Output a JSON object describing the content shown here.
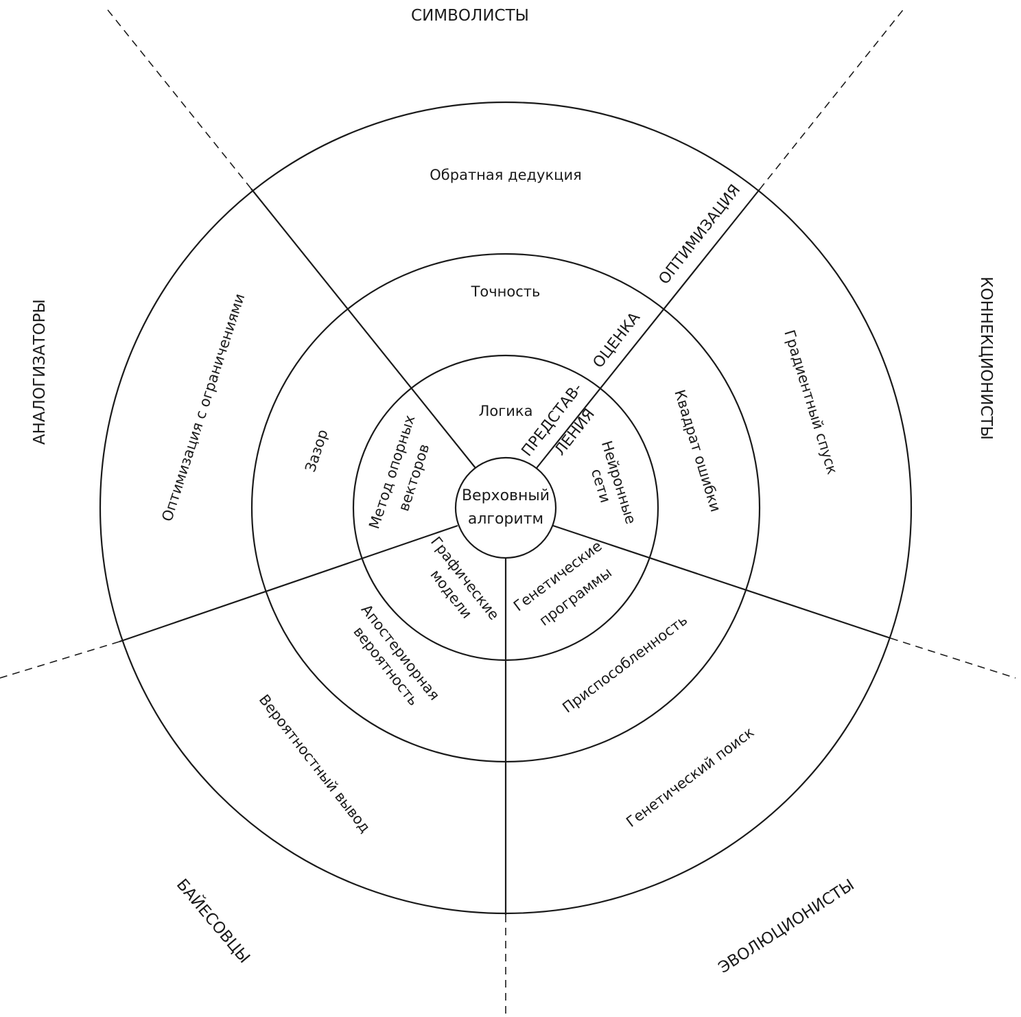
{
  "diagram": {
    "center": {
      "line1": "Верховный",
      "line2": "алгоритм"
    },
    "schools": {
      "top": "СИМВОЛИСТЫ",
      "right": "КОННЕКЦИОНИСТЫ",
      "bottom_right": "ЭВОЛЮЦИОНИСТЫ",
      "bottom_left": "БАЙЕСОВЦЫ",
      "left": "АНАЛОГИЗАТОРЫ"
    },
    "layer_labels": {
      "representation_1": "ПРЕДСТАВ-",
      "representation_2": "ЛЕНИЯ",
      "evaluation": "ОЦЕНКА",
      "optimization": "ОПТИМИЗАЦИЯ"
    },
    "representation": {
      "symbolists": "Логика",
      "connectionists_1": "Нейронные",
      "connectionists_2": "сети",
      "evolutionaries_1": "Генетические",
      "evolutionaries_2": "программы",
      "bayesians_1": "Графические",
      "bayesians_2": "модели",
      "analogizers_1": "Метод опорных",
      "analogizers_2": "векторов"
    },
    "evaluation": {
      "symbolists": "Точность",
      "connectionists": "Квадрат ошибки",
      "evolutionaries": "Приспособленность",
      "bayesians_1": "Апостериорная",
      "bayesians_2": "вероятность",
      "analogizers": "Зазор"
    },
    "optimization": {
      "symbolists": "Обратная дедукция",
      "connectionists": "Градиентный спуск",
      "evolutionaries": "Генетический поиск",
      "bayesians": "Вероятностный вывод",
      "analogizers": "Оптимизация с ограничениями"
    }
  }
}
